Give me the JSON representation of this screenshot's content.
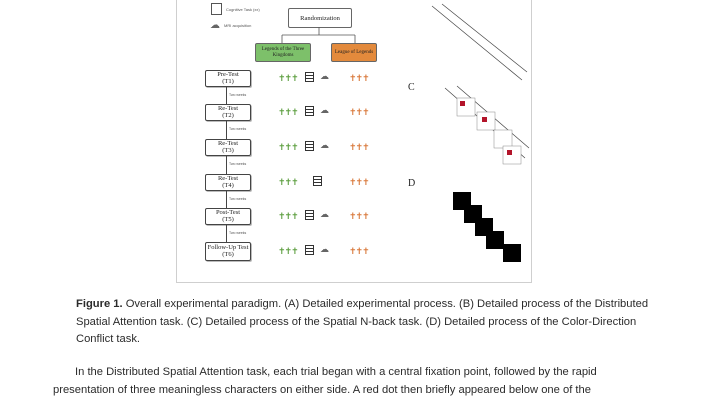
{
  "figure": {
    "legend": {
      "cognitive_task": "Cognitive Task (xx)",
      "mri": "MRI acquisition"
    },
    "randomization": "Randomization",
    "groups": [
      {
        "label": "Legends of the Three Kingdoms",
        "color": "#7dc06a"
      },
      {
        "label": "League of Legends",
        "color": "#e38a3c"
      }
    ],
    "tests": [
      {
        "name": "Pre-Test",
        "code": "(T1)"
      },
      {
        "name": "Re-Test",
        "code": "(T2)"
      },
      {
        "name": "Re-Test",
        "code": "(T3)"
      },
      {
        "name": "Re-Test",
        "code": "(T4)"
      },
      {
        "name": "Post-Test",
        "code": "(T5)"
      },
      {
        "name": "Follow-Up Test",
        "code": "(T6)"
      }
    ],
    "intervals": [
      "Two weeks",
      "Two weeks",
      "Two weeks",
      "Two weeks",
      "Two weeks"
    ],
    "panel_letters": [
      "C",
      "D"
    ],
    "colors": {
      "green": "#5c9e3f",
      "orange": "#d9783a",
      "red": "#b3142a"
    }
  },
  "caption": {
    "label": "Figure 1.",
    "text": "Overall experimental paradigm. (A) Detailed experimental process. (B) Detailed process of the Distributed Spatial Attention task. (C) Detailed process of the Spatial N-back task. (D) Detailed process of the Color-Direction Conflict task."
  },
  "body": {
    "line1": "In the Distributed Spatial Attention task, each trial began with a central fixation point, followed by the rapid",
    "line2": "presentation of three meaningless characters on either side. A red dot then briefly appeared below one of the"
  }
}
